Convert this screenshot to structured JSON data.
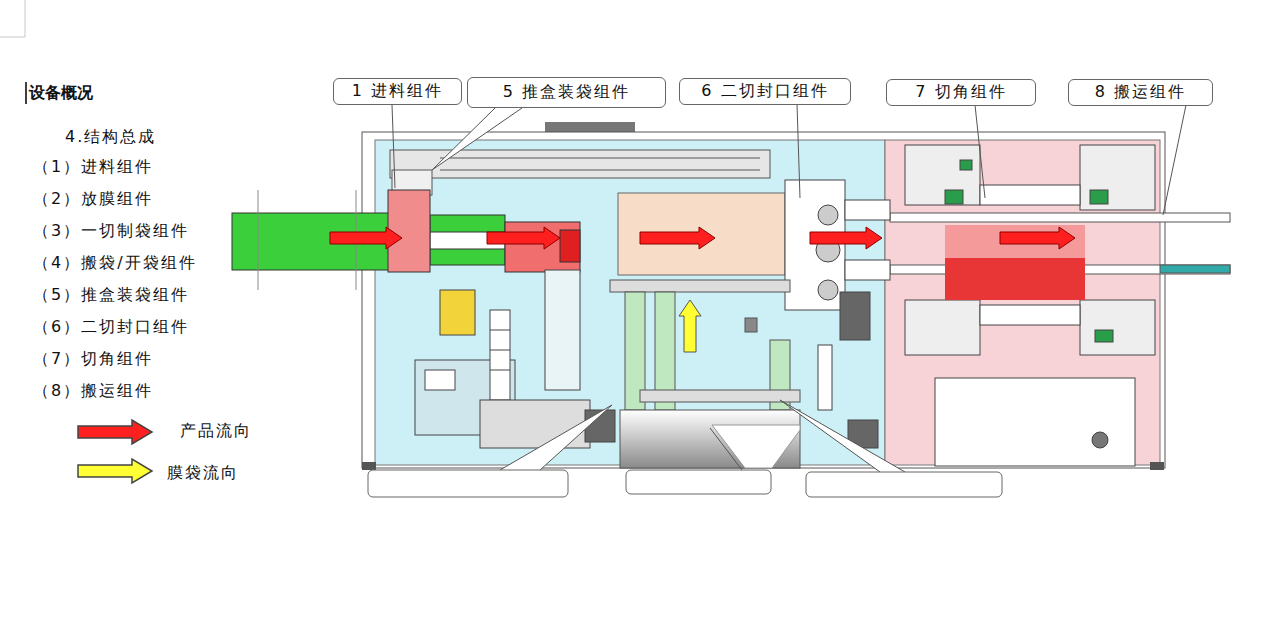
{
  "diagram": {
    "title": "设备概况",
    "nodes": [
      {
        "text": [
          "1 进料组件"
        ]
      },
      {
        "text": [
          "5 推盒装袋组件"
        ]
      },
      {
        "text": [
          "6 二切封口组件"
        ]
      },
      {
        "text": [
          "7 切角组件"
        ]
      },
      {
        "text": [
          "8 搬运组件"
        ]
      }
    ],
    "labels": [
      "4.结构总成",
      "（1）进料组件",
      "（2）放膜组件",
      "（3）一切制袋组件",
      "（4）搬袋/开袋组件",
      "（5）推盒装袋组件",
      "（6）二切封口组件",
      "（7）切角组件",
      "（8）搬运组件"
    ],
    "legend": [
      {
        "text": "产品流向",
        "color": "#ff2020"
      },
      {
        "text": "膜袋流向",
        "color": "#ffff33"
      }
    ]
  }
}
